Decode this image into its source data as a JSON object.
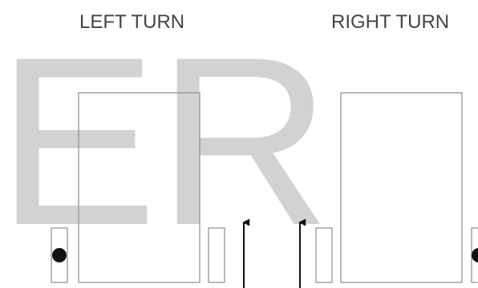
{
  "headings": {
    "left": "LEFT TURN",
    "right": "RIGHT TURN"
  },
  "watermark": {
    "text": "ER"
  },
  "colors": {
    "heading_text": "#444444",
    "watermark": "#d2d2d2",
    "outline": "#8c8c8c",
    "arrow": "#111111",
    "indicator_light": "#111111"
  },
  "panels": {
    "left": {
      "indicator_light": "on",
      "arrow": "up"
    },
    "right": {
      "indicator_light": "on",
      "arrow": "up"
    }
  }
}
